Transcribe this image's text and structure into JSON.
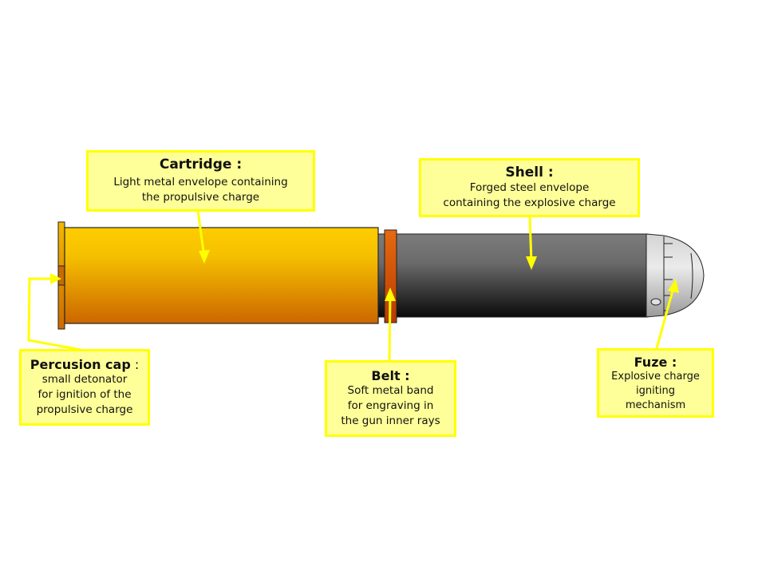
{
  "title": "Artillery round anatomy",
  "colors": {
    "label_fill": "#ffff99",
    "label_border": "#ffff00",
    "arrow": "#ffff00",
    "cartridge_top": "#ffcc00",
    "cartridge_bottom": "#cc6600",
    "belt": "#e65c00",
    "shell_top": "#7a7a7a",
    "shell_bottom": "#0d0d0d",
    "fuze": "#c8c8c8"
  },
  "labels": {
    "cartridge": {
      "title": "Cartridge :",
      "lines": [
        "Light metal envelope containing",
        "the propulsive charge"
      ]
    },
    "shell": {
      "title": "Shell :",
      "lines": [
        "Forged steel envelope",
        "containing the explosive charge"
      ]
    },
    "percussion_cap": {
      "title": "Percusion cap",
      "title_suffix": " :",
      "lines": [
        "small detonator",
        "for ignition of the",
        "propulsive charge"
      ]
    },
    "belt": {
      "title": "Belt :",
      "lines": [
        "Soft metal band",
        "for engraving in",
        "the gun inner rays"
      ]
    },
    "fuze": {
      "title": "Fuze :",
      "lines": [
        "Explosive charge",
        "igniting",
        "mechanism"
      ]
    }
  }
}
